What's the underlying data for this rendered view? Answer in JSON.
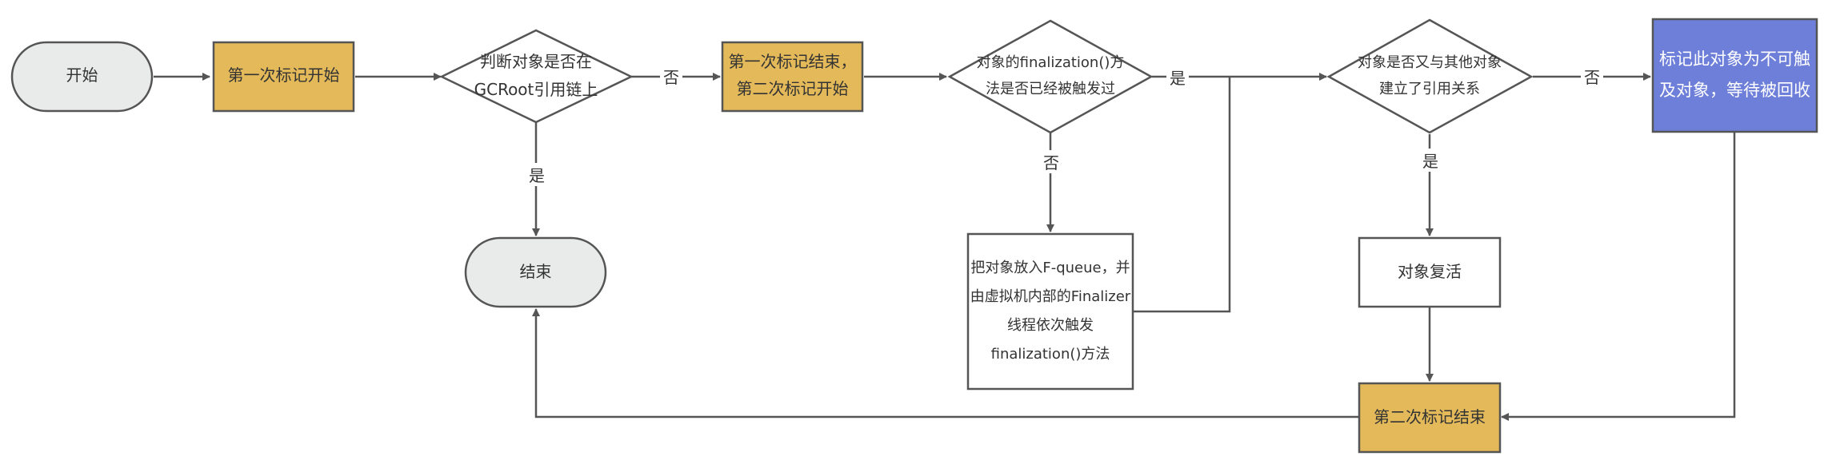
{
  "nodes": {
    "start": "开始",
    "first_mark_start": "第一次标记开始",
    "judge_gcroot": "判断对象是否在GCRoot引用链上",
    "end": "结束",
    "first_end_second_start": "第一次标记结束，第二次标记开始",
    "finalization_triggered": "对象的finalization()方法是否已经被触发过",
    "fqueue": "把对象放入F-queue，并由虚拟机内部的Finalizer线程依次触发finalization()方法",
    "reference_check": "对象是否又与其他对象建立了引用关系",
    "revive": "对象复活",
    "second_mark_end": "第二次标记结束",
    "unreachable": "标记此对象为不可触及对象，等待被回收"
  },
  "edge_labels": {
    "judge_no": "否",
    "judge_yes": "是",
    "final_yes": "是",
    "final_no": "否",
    "ref_no": "否",
    "ref_yes": "是"
  },
  "colors": {
    "line": "#555555",
    "terminal_fill": "#e9ebea",
    "process_fill": "#e3b95a",
    "white_fill": "#ffffff",
    "highlight_fill": "#6e7fd9"
  }
}
